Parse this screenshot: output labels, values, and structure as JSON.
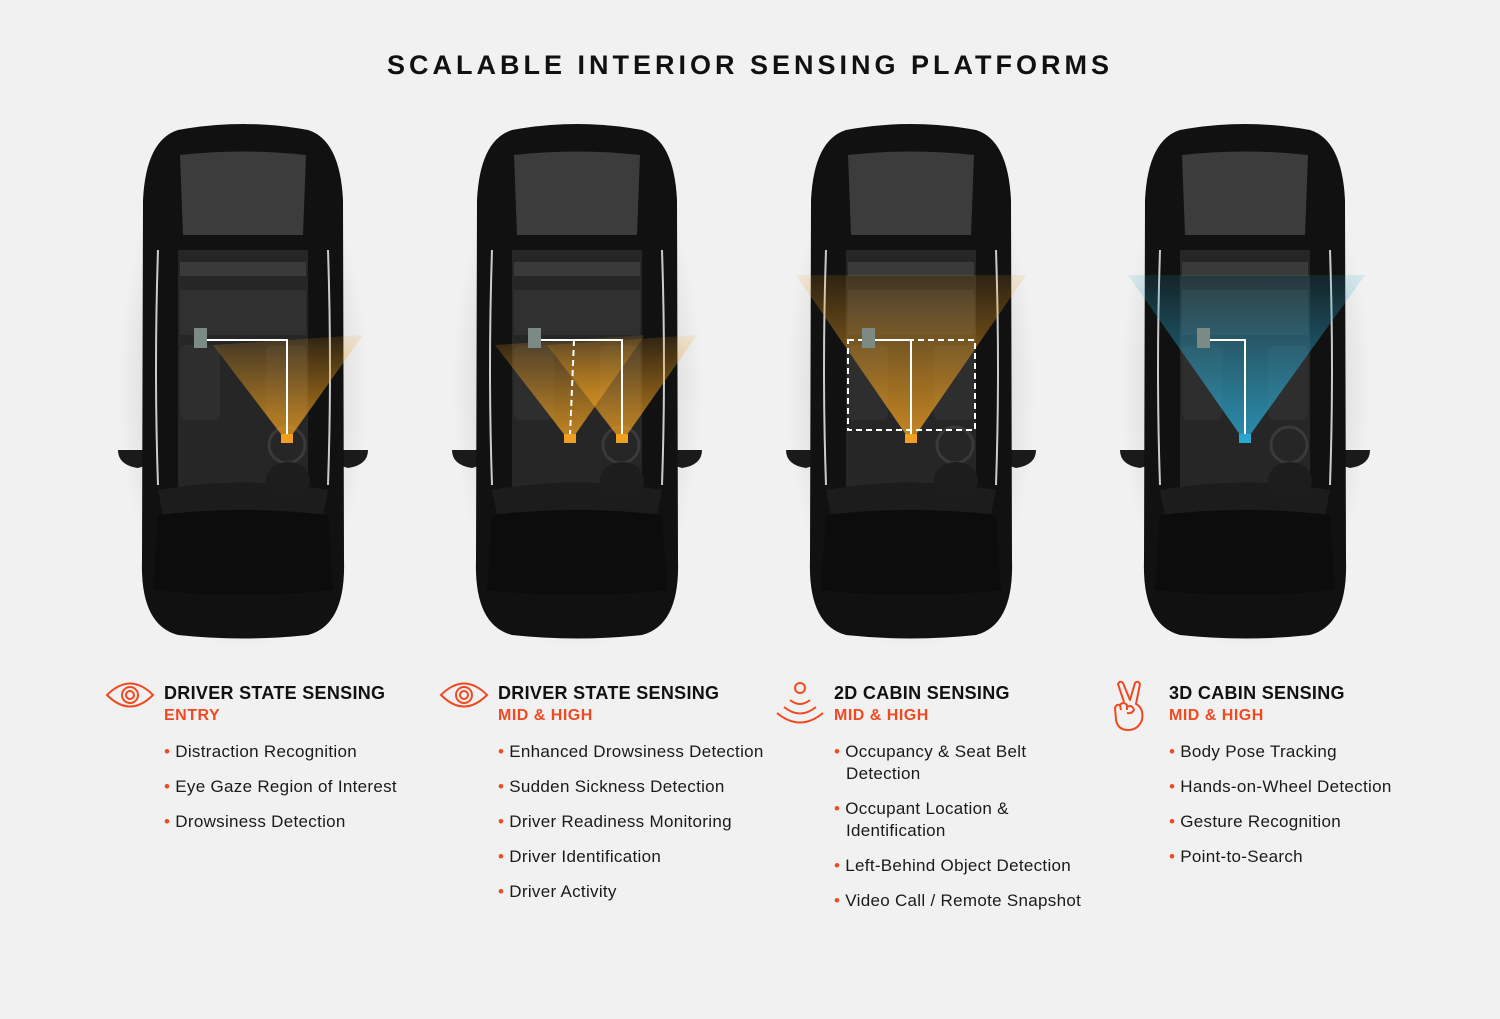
{
  "title": "SCALABLE INTERIOR SENSING PLATFORMS",
  "colors": {
    "accent": "#f04a23",
    "orange_beam": "#f0a020",
    "blue_beam": "#2aa7d0"
  },
  "platforms": [
    {
      "icon": "eye-icon",
      "title": "DRIVER STATE SENSING",
      "tier": "ENTRY",
      "features": [
        "Distraction Recognition",
        "Eye Gaze Region of Interest",
        "Drowsiness Detection"
      ]
    },
    {
      "icon": "eye-icon",
      "title": "DRIVER STATE SENSING",
      "tier": "MID & HIGH",
      "features": [
        "Enhanced Drowsiness Detection",
        "Sudden Sickness Detection",
        "Driver Readiness Monitoring",
        "Driver Identification",
        "Driver Activity"
      ]
    },
    {
      "icon": "signal-waves-icon",
      "title": "2D CABIN SENSING",
      "tier": "MID & HIGH",
      "features": [
        "Occupancy & Seat Belt Detection",
        "Occupant Location & Identification",
        "Left-Behind Object Detection",
        "Video Call / Remote Snapshot"
      ]
    },
    {
      "icon": "peace-hand-icon",
      "title": "3D CABIN SENSING",
      "tier": "MID & HIGH",
      "features": [
        "Body Pose Tracking",
        "Hands-on-Wheel Detection",
        "Gesture Recognition",
        "Point-to-Search"
      ]
    }
  ]
}
